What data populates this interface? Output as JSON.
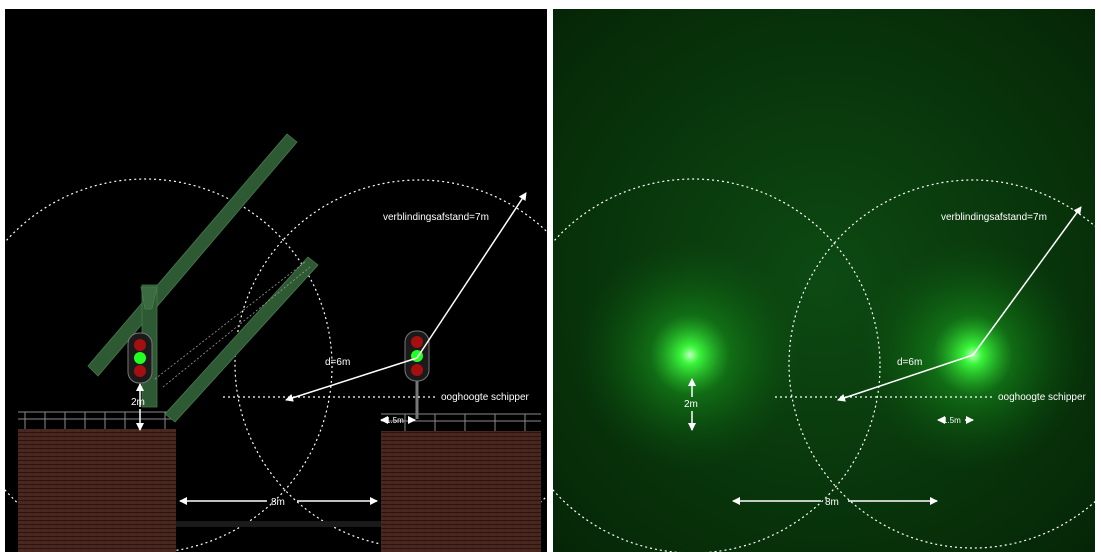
{
  "labels": {
    "glare_distance": "verblindingsafstand=7m",
    "distance": "d=6m",
    "eye_height": "ooghoogte schipper",
    "height": "2m",
    "offset": "1.5m",
    "span": "8m"
  },
  "colors": {
    "left_background": "#000000",
    "right_background": "#062a09",
    "bridge_green": "#2d5a32",
    "signal_green": "#22ff22",
    "signal_red": "#a50f0f",
    "brick": "#4a2820"
  },
  "icons": {
    "signal": "traffic-light-icon",
    "glow": "light-glow-icon"
  }
}
